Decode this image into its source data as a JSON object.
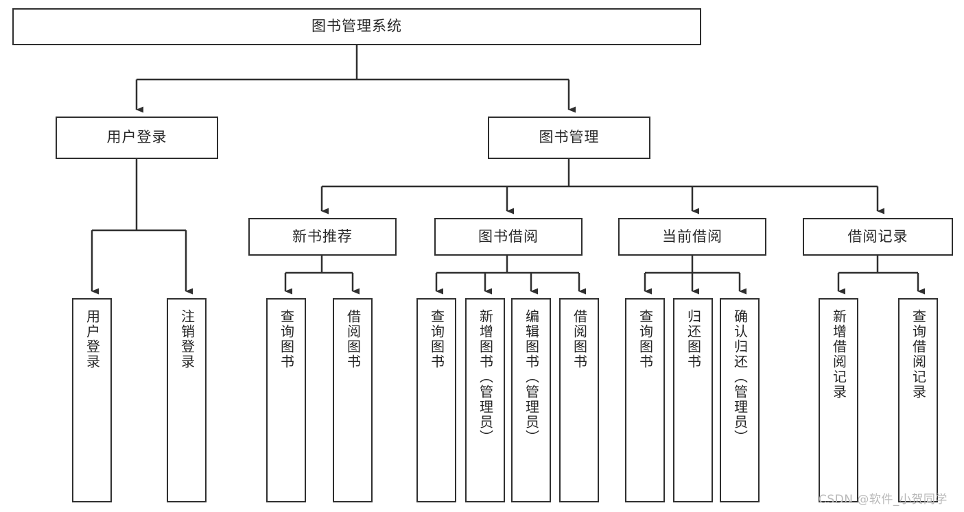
{
  "diagram": {
    "title": "图书管理系统",
    "type": "tree-hierarchy",
    "root": {
      "id": "root",
      "label": "图书管理系统"
    },
    "level2": [
      {
        "id": "user-login",
        "label": "用户登录"
      },
      {
        "id": "book-management",
        "label": "图书管理"
      }
    ],
    "level3": [
      {
        "id": "new-book-recommend",
        "label": "新书推荐"
      },
      {
        "id": "book-borrow",
        "label": "图书借阅"
      },
      {
        "id": "current-borrow",
        "label": "当前借阅"
      },
      {
        "id": "borrow-record",
        "label": "借阅记录"
      }
    ],
    "leaves": {
      "user_login": [
        {
          "id": "leaf-user-login",
          "label": "用户登录"
        },
        {
          "id": "leaf-logout-login",
          "label": "注销登录"
        }
      ],
      "new_book_recommend": [
        {
          "id": "leaf-query-book-1",
          "label": "查询图书"
        },
        {
          "id": "leaf-borrow-book-1",
          "label": "借阅图书"
        }
      ],
      "book_borrow": [
        {
          "id": "leaf-query-book-2",
          "label": "查询图书"
        },
        {
          "id": "leaf-add-book",
          "label": "新增图书（管理员）"
        },
        {
          "id": "leaf-edit-book",
          "label": "编辑图书（管理员）"
        },
        {
          "id": "leaf-borrow-book-2",
          "label": "借阅图书"
        }
      ],
      "current_borrow": [
        {
          "id": "leaf-query-book-3",
          "label": "查询图书"
        },
        {
          "id": "leaf-return-book",
          "label": "归还图书"
        },
        {
          "id": "leaf-confirm-return",
          "label": "确认归还（管理员）"
        }
      ],
      "borrow_record": [
        {
          "id": "leaf-add-record",
          "label": "新增借阅记录"
        },
        {
          "id": "leaf-query-record",
          "label": "查询借阅记录"
        }
      ]
    }
  },
  "watermark": {
    "text": "CSDN @软件_小贺同学"
  },
  "colors": {
    "border": "#2f2f2f",
    "text": "#262626",
    "background": "#ffffff",
    "watermark": "#b9b9b9"
  }
}
